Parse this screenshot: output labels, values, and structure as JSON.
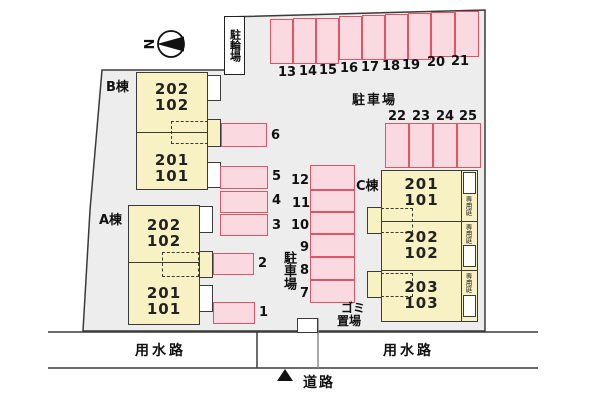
{
  "plan_title": "apartment site layout plan",
  "colors": {
    "site_fill": "#EDEDED",
    "building_fill": "#F8F1C4",
    "parking_fill": "#FBD9E1",
    "parking_border": "#E05565",
    "line": "#3a3a3a"
  },
  "compass": {
    "north_label": "N"
  },
  "labels": {
    "bicycle_parking": "駐輪場",
    "parking_top": "駐車場",
    "parking_left": "駐車場",
    "garbage_line1": "ゴミ",
    "garbage_line2": "置場",
    "waterway_left": "用水路",
    "waterway_right": "用水路",
    "road": "道路",
    "private_garden": "専用庭"
  },
  "buildings": {
    "a": {
      "name": "A棟",
      "units": [
        {
          "upper": "202",
          "lower": "102"
        },
        {
          "upper": "201",
          "lower": "101"
        }
      ]
    },
    "b": {
      "name": "B棟",
      "units": [
        {
          "upper": "202",
          "lower": "102"
        },
        {
          "upper": "201",
          "lower": "101"
        }
      ]
    },
    "c": {
      "name": "C棟",
      "units": [
        {
          "upper": "201",
          "lower": "101"
        },
        {
          "upper": "202",
          "lower": "102"
        },
        {
          "upper": "203",
          "lower": "103"
        }
      ]
    }
  },
  "parking": {
    "spaces": [
      {
        "number": "1"
      },
      {
        "number": "2"
      },
      {
        "number": "3"
      },
      {
        "number": "4"
      },
      {
        "number": "5"
      },
      {
        "number": "6"
      },
      {
        "number": "7"
      },
      {
        "number": "8"
      },
      {
        "number": "9"
      },
      {
        "number": "10"
      },
      {
        "number": "11"
      },
      {
        "number": "12"
      },
      {
        "number": "13"
      },
      {
        "number": "14"
      },
      {
        "number": "15"
      },
      {
        "number": "16"
      },
      {
        "number": "17"
      },
      {
        "number": "18"
      },
      {
        "number": "19"
      },
      {
        "number": "20"
      },
      {
        "number": "21"
      },
      {
        "number": "22"
      },
      {
        "number": "23"
      },
      {
        "number": "24"
      },
      {
        "number": "25"
      }
    ]
  }
}
